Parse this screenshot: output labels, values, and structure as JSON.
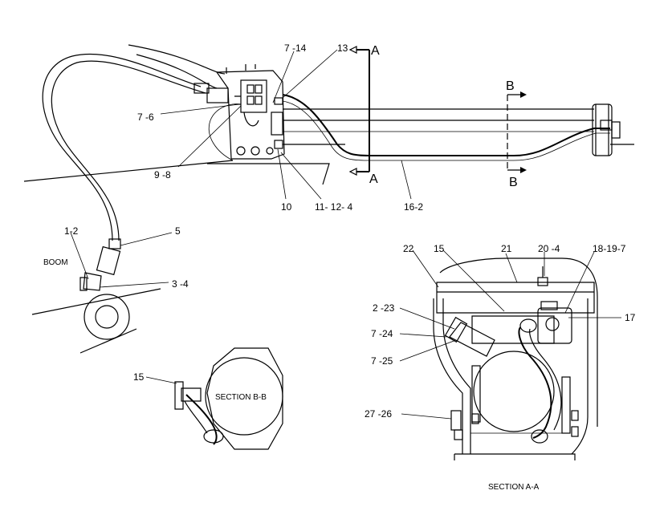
{
  "callouts": {
    "c_7_14": "7 -14",
    "c_13": "13",
    "c_7_6": "7 -6",
    "c_9_8": "9 -8",
    "c_10": "10",
    "c_11_12_4": "11- 12- 4",
    "c_16_2": "16-2",
    "c_1_2": "1-2",
    "c_5": "5",
    "c_3_4": "3 -4",
    "c_15_bb": "15",
    "c_22": "22",
    "c_15_aa": "15",
    "c_21": "21",
    "c_20_4": "20 -4",
    "c_18_19_7": "18-19-7",
    "c_17": "17",
    "c_2_23": "2 -23",
    "c_7_24": "7 -24",
    "c_7_25": "7 -25",
    "c_27_26": "27 -26"
  },
  "section_markers": {
    "a_top": "A",
    "a_bottom": "A",
    "b_top": "B",
    "b_bottom": "B"
  },
  "labels": {
    "boom": "BOOM",
    "section_bb": "SECTION  B-B",
    "section_aa": "SECTION  A-A"
  }
}
